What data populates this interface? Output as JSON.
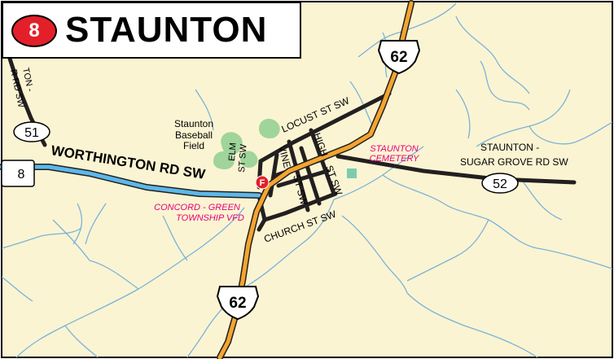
{
  "title": {
    "badge_number": "8",
    "name": "STAUNTON"
  },
  "route_shields": {
    "us62_top": "62",
    "us62_bottom": "62",
    "sr51": "51",
    "sr52": "52",
    "sr8": "8"
  },
  "road_labels": {
    "worthington": "WORTHINGTON RD SW",
    "locust": "LOCUST ST SW",
    "high_1": "HIGH",
    "high_2": "ST SW",
    "vine_1": "VINE",
    "vine_2": "ST SW",
    "elm_1": "ELM",
    "elm_2": "ST SW",
    "church": "CHURCH ST SW",
    "staunton_sugar_1": "STAUNTON -",
    "staunton_sugar_2": "SUGAR GROVE RD SW",
    "corner_1": "TON -",
    "corner_2": "R RD SW"
  },
  "places": {
    "baseball_1": "Staunton",
    "baseball_2": "Baseball",
    "baseball_3": "Field",
    "cemetery_1": "STAUNTON",
    "cemetery_2": "CEMETERY",
    "fire_1": "CONCORD - GREEN",
    "fire_2": "TOWNSHIP VFD",
    "fire_marker": "F"
  },
  "colors": {
    "land": "#fbf4d2",
    "water": "#7ab3d9",
    "us_route": "#f3a530",
    "state_route": "#5cb8e8",
    "local_road": "#231f20",
    "park": "#9fd49a",
    "cemetery": "#7ccbb0",
    "badge": "#e3202a",
    "place_label": "#e3007a"
  }
}
